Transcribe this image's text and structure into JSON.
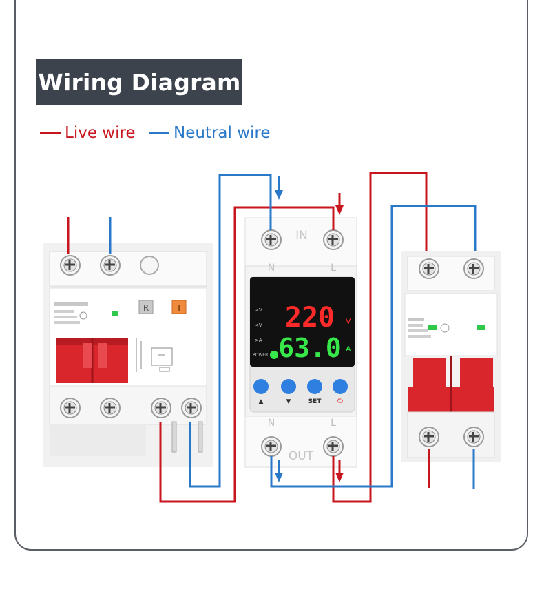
{
  "title": "Wiring Diagram",
  "legend": {
    "live": "Live wire",
    "neutral": "Neutral wire"
  },
  "colors": {
    "live": "#c8161e",
    "neutral": "#2a78c8",
    "title_bg": "#3c434c",
    "breaker_red": "#d9262c",
    "button_blue": "#2f7fe0",
    "display_red": "#ff2a2a",
    "display_green": "#38e84a"
  },
  "protector": {
    "in_label": "IN",
    "out_label": "OUT",
    "terminal_n": "N",
    "terminal_l": "L",
    "voltage": "220",
    "current": "63.0",
    "unit_voltage": "V",
    "unit_current": "A",
    "indicators": [
      ">V",
      "<V",
      ">A"
    ],
    "power_label": "POWER",
    "buttons": [
      {
        "name": "up-button",
        "label": "▲"
      },
      {
        "name": "down-button",
        "label": "▼"
      },
      {
        "name": "set-button",
        "label": "SET"
      },
      {
        "name": "power-button",
        "label": "⏻"
      }
    ]
  },
  "rcbo": {
    "button_r": "R",
    "button_t": "T"
  }
}
